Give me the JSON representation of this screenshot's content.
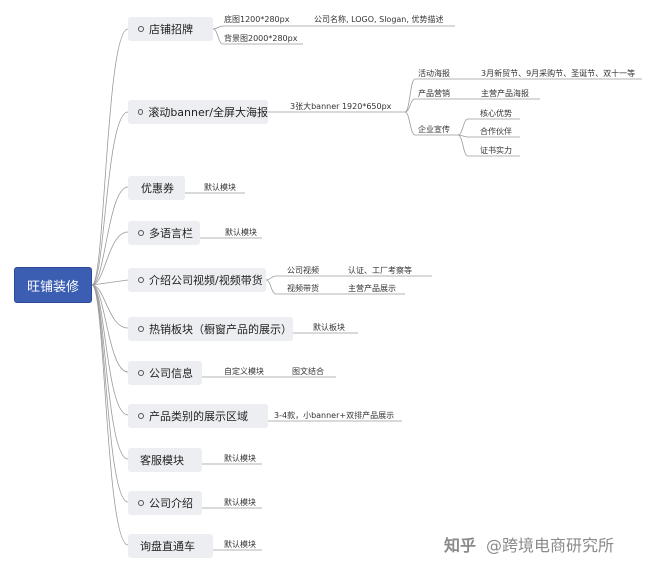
{
  "root": {
    "label": "旺铺装修"
  },
  "branches": [
    {
      "id": "b1",
      "label": "店铺招牌"
    },
    {
      "id": "b2",
      "label": "滚动banner/全屏大海报"
    },
    {
      "id": "b3",
      "label": "优惠券"
    },
    {
      "id": "b4",
      "label": "多语言栏"
    },
    {
      "id": "b5",
      "label": "介绍公司视频/视频带货"
    },
    {
      "id": "b6",
      "label": "热销板块（橱窗产品的展示）"
    },
    {
      "id": "b7",
      "label": "公司信息"
    },
    {
      "id": "b8",
      "label": "产品类别的展示区域"
    },
    {
      "id": "b9",
      "label": "客服模块"
    },
    {
      "id": "b10",
      "label": "公司介绍"
    },
    {
      "id": "b11",
      "label": "询盘直通车"
    }
  ],
  "leaves": {
    "b1_banner": "底图1200*280px",
    "b1_banner_desc": "公司名称, LOGO, Slogan, 优势描述",
    "b1_bg": "背景图2000*280px",
    "b2_main": "3张大banner 1920*650px",
    "b2_activity": "活动海报",
    "b2_activity_desc": "3月新贸节、9月采购节、圣诞节、双十一等",
    "b2_product": "产品营销",
    "b2_product_desc": "主营产品海报",
    "b2_corp": "企业宣传",
    "b2_corp_1": "核心优势",
    "b2_corp_2": "合作伙伴",
    "b2_corp_3": "证书实力",
    "b3_leaf": "默认模块",
    "b4_leaf": "默认模块",
    "b5_video": "公司视频",
    "b5_video_desc": "认证、工厂考察等",
    "b5_sale": "视频带货",
    "b5_sale_desc": "主营产品展示",
    "b6_leaf": "默认板块",
    "b7_custom": "自定义模块",
    "b7_custom_desc": "图文结合",
    "b8_leaf": "3-4款，小banner+双排产品展示",
    "b9_leaf": "默认模块",
    "b10_leaf": "默认模块",
    "b11_leaf": "默认模块"
  },
  "watermark": {
    "logo": "知乎",
    "text": "@跨境电商研究所"
  }
}
